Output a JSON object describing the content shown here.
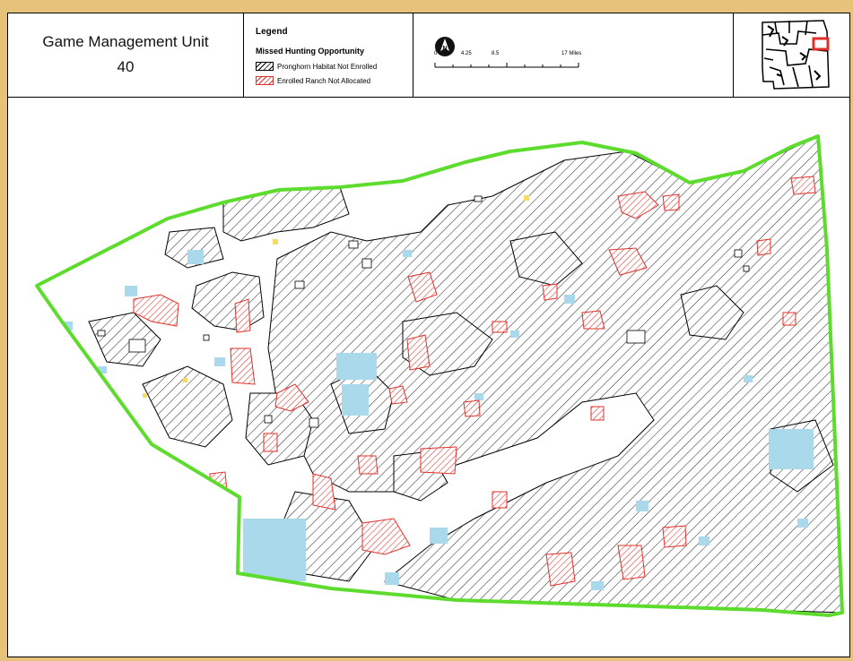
{
  "title": {
    "line1": "Game Management Unit",
    "line2": "40"
  },
  "legend": {
    "title": "Legend",
    "subtitle": "Missed Hunting Opportunity",
    "items": [
      {
        "label": "Pronghorn Habitat Not Enrolled",
        "color": "#000000"
      },
      {
        "label": "Enrolled Ranch Not Allocated",
        "color": "#e0302a"
      }
    ]
  },
  "scale_bar": {
    "ticks": [
      "0",
      "4.25",
      "8.5",
      "17 Miles"
    ]
  },
  "colors": {
    "boundary": "#5ddc2e",
    "water_parcels": "#a9d9ea",
    "frame_background": "#e7c27a",
    "small_parcels": "#f6dc63"
  }
}
